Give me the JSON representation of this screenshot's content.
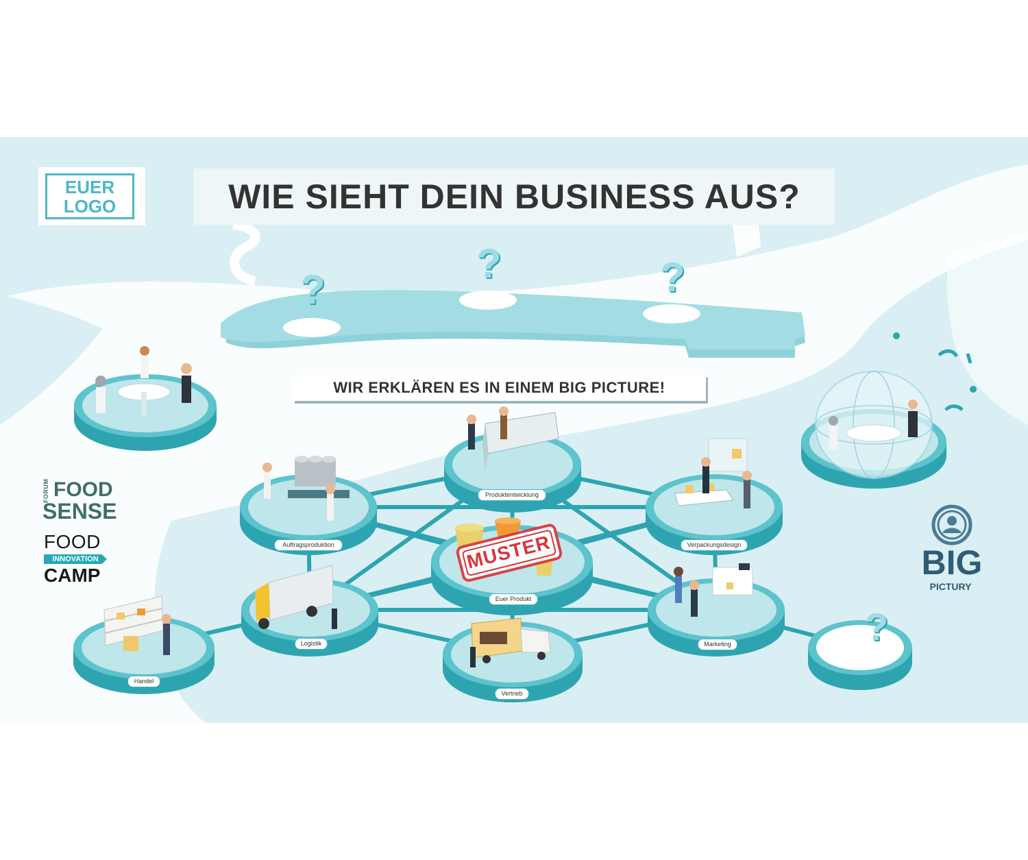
{
  "header": {
    "title": "WIE SIEHT DEIN BUSINESS AUS?",
    "subtitle": "WIR ERKLÄREN ES IN EINEM BIG PICTURE!"
  },
  "logo_placeholder": {
    "line1": "EUER",
    "line2": "LOGO"
  },
  "stamp": "MUSTER",
  "nodes": [
    {
      "id": "produktentwicklung",
      "label": "Produktentwicklung"
    },
    {
      "id": "auftragsproduktion",
      "label": "Auftragsproduktion"
    },
    {
      "id": "verpackungsdesign",
      "label": "Verpackungsdesign"
    },
    {
      "id": "euer-produkt",
      "label": "Euer Produkt"
    },
    {
      "id": "logistik",
      "label": "Logistik"
    },
    {
      "id": "marketing",
      "label": "Marketing"
    },
    {
      "id": "handel",
      "label": "Handel"
    },
    {
      "id": "vertrieb",
      "label": "Vertrieb"
    }
  ],
  "sponsors": {
    "forum_food_sense": {
      "forum": "FORUM",
      "food": "FOOD",
      "sense": "SENSE"
    },
    "food_innovation_camp": {
      "food": "FOOD",
      "innovation": "INNOVATION",
      "camp": "CAMP"
    },
    "big_pictury": {
      "big": "BIG",
      "pictury": "PICTURY"
    }
  },
  "question_mark": "?",
  "colors": {
    "background": "#d9eff3",
    "platform": "#5dc3cc",
    "platform_dark": "#2fa4b1",
    "platform_top": "#bfe6ea",
    "text_dark": "#333333",
    "accent": "#4bb8c4",
    "stamp_red": "#d9363e"
  }
}
